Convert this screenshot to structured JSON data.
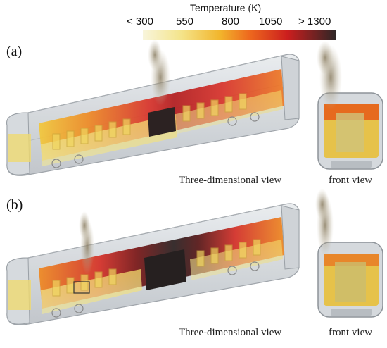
{
  "colorbar": {
    "title": "Temperature (K)",
    "ticks": [
      "< 300",
      "550",
      "800",
      "1050",
      "> 1300"
    ],
    "colors": [
      "#f6f2d2",
      "#f2d24a",
      "#ee6e1e",
      "#cc1e1e",
      "#3a2a2a"
    ]
  },
  "panels": [
    {
      "label": "(a)",
      "view_3d": "Three-dimensional view",
      "view_front": "front view"
    },
    {
      "label": "(b)",
      "view_3d": "Three-dimensional view",
      "view_front": "front view"
    }
  ]
}
